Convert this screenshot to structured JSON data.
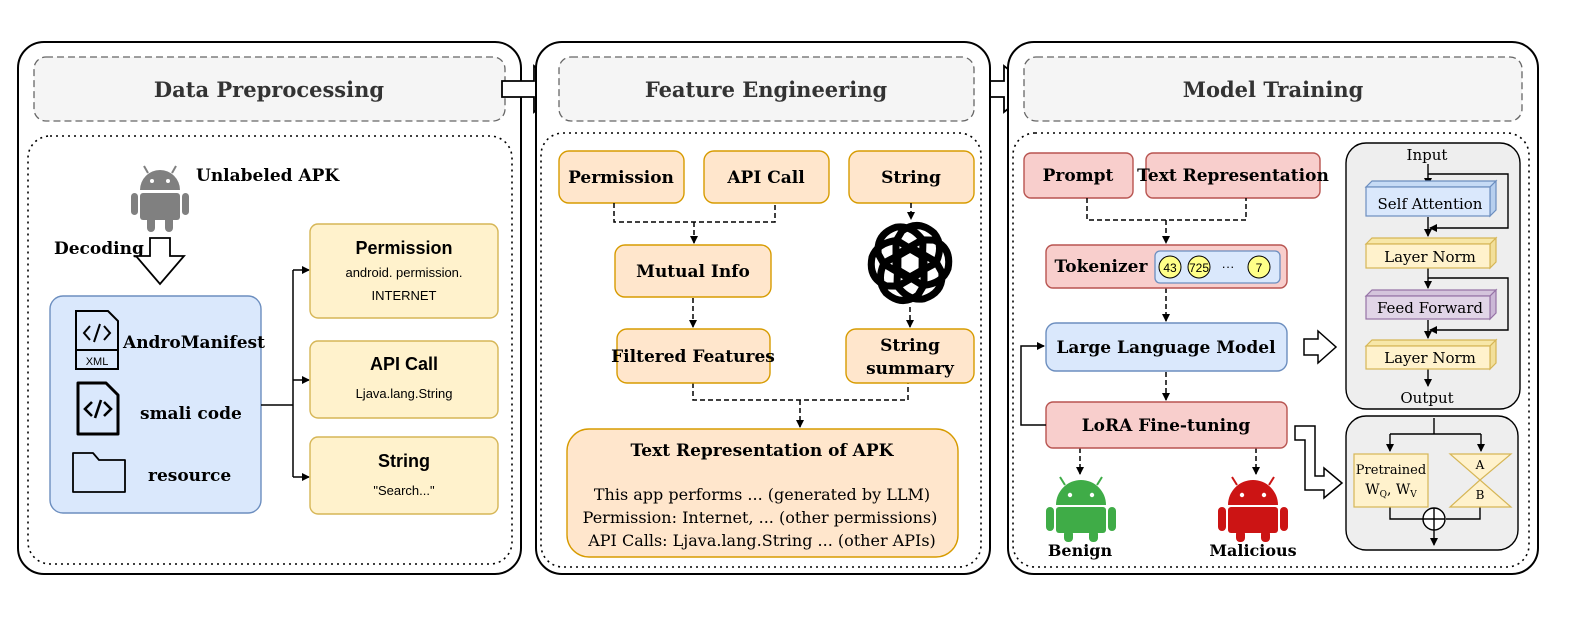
{
  "panels": {
    "preprocessing": {
      "title": "Data Preprocessing",
      "unlabeled": "Unlabeled APK",
      "decoding": "Decoding",
      "files": [
        "AndroManifest",
        "smali code",
        "resource"
      ],
      "xml_label": "XML",
      "outputs": [
        {
          "title": "Permission",
          "line1": "android. permission.",
          "line2": "INTERNET"
        },
        {
          "title": "API Call",
          "line1": "Ljava.lang.String",
          "line2": ""
        },
        {
          "title": "String",
          "line1": "\"Search...\"",
          "line2": ""
        }
      ]
    },
    "feature": {
      "title": "Feature Engineering",
      "permission": "Permission",
      "api_call": "API Call",
      "string": "String",
      "mutual_info": "Mutual Info",
      "filtered": "Filtered Features",
      "string_summary_1": "String",
      "string_summary_2": "summary",
      "text_rep_title": "Text Representation of APK",
      "text_rep_lines": [
        "This app performs ... (generated by LLM)",
        "Permission: Internet, ... (other permissions)",
        "API Calls: Ljava.lang.String ... (other APIs)"
      ]
    },
    "training": {
      "title": "Model Training",
      "prompt": "Prompt",
      "text_rep": "Text Representation",
      "tokenizer": "Tokenizer",
      "tokens": [
        "43",
        "725",
        "···",
        "7"
      ],
      "llm": "Large Language Model",
      "lora": "LoRA Fine-tuning",
      "benign": "Benign",
      "malicious": "Malicious",
      "transformer": {
        "input": "Input",
        "self_attention": "Self Attention",
        "layer_norm_1": "Layer Norm",
        "feed_forward": "Feed Forward",
        "layer_norm_2": "Layer Norm",
        "output": "Output"
      },
      "lora_detail": {
        "pretrained": "Pretrained",
        "weights": "W",
        "wq_sub": "Q",
        "wv_sub": "V",
        "a": "A",
        "b": "B"
      }
    }
  },
  "colors": {
    "yellow_fill": "#fff2cc",
    "yellow_stroke": "#d6b656",
    "orange_fill": "#ffe6cc",
    "orange_stroke": "#d79b00",
    "red_fill": "#f8cecc",
    "red_stroke": "#b85450",
    "blue_fill": "#dae8fc",
    "blue_stroke": "#6c8ebf",
    "purple_fill": "#e1d5e7",
    "purple_stroke": "#9673a6",
    "gray_fill": "#eeeeee",
    "android_gray": "#808080",
    "android_green": "#3fac47",
    "android_red": "#cc1414"
  }
}
